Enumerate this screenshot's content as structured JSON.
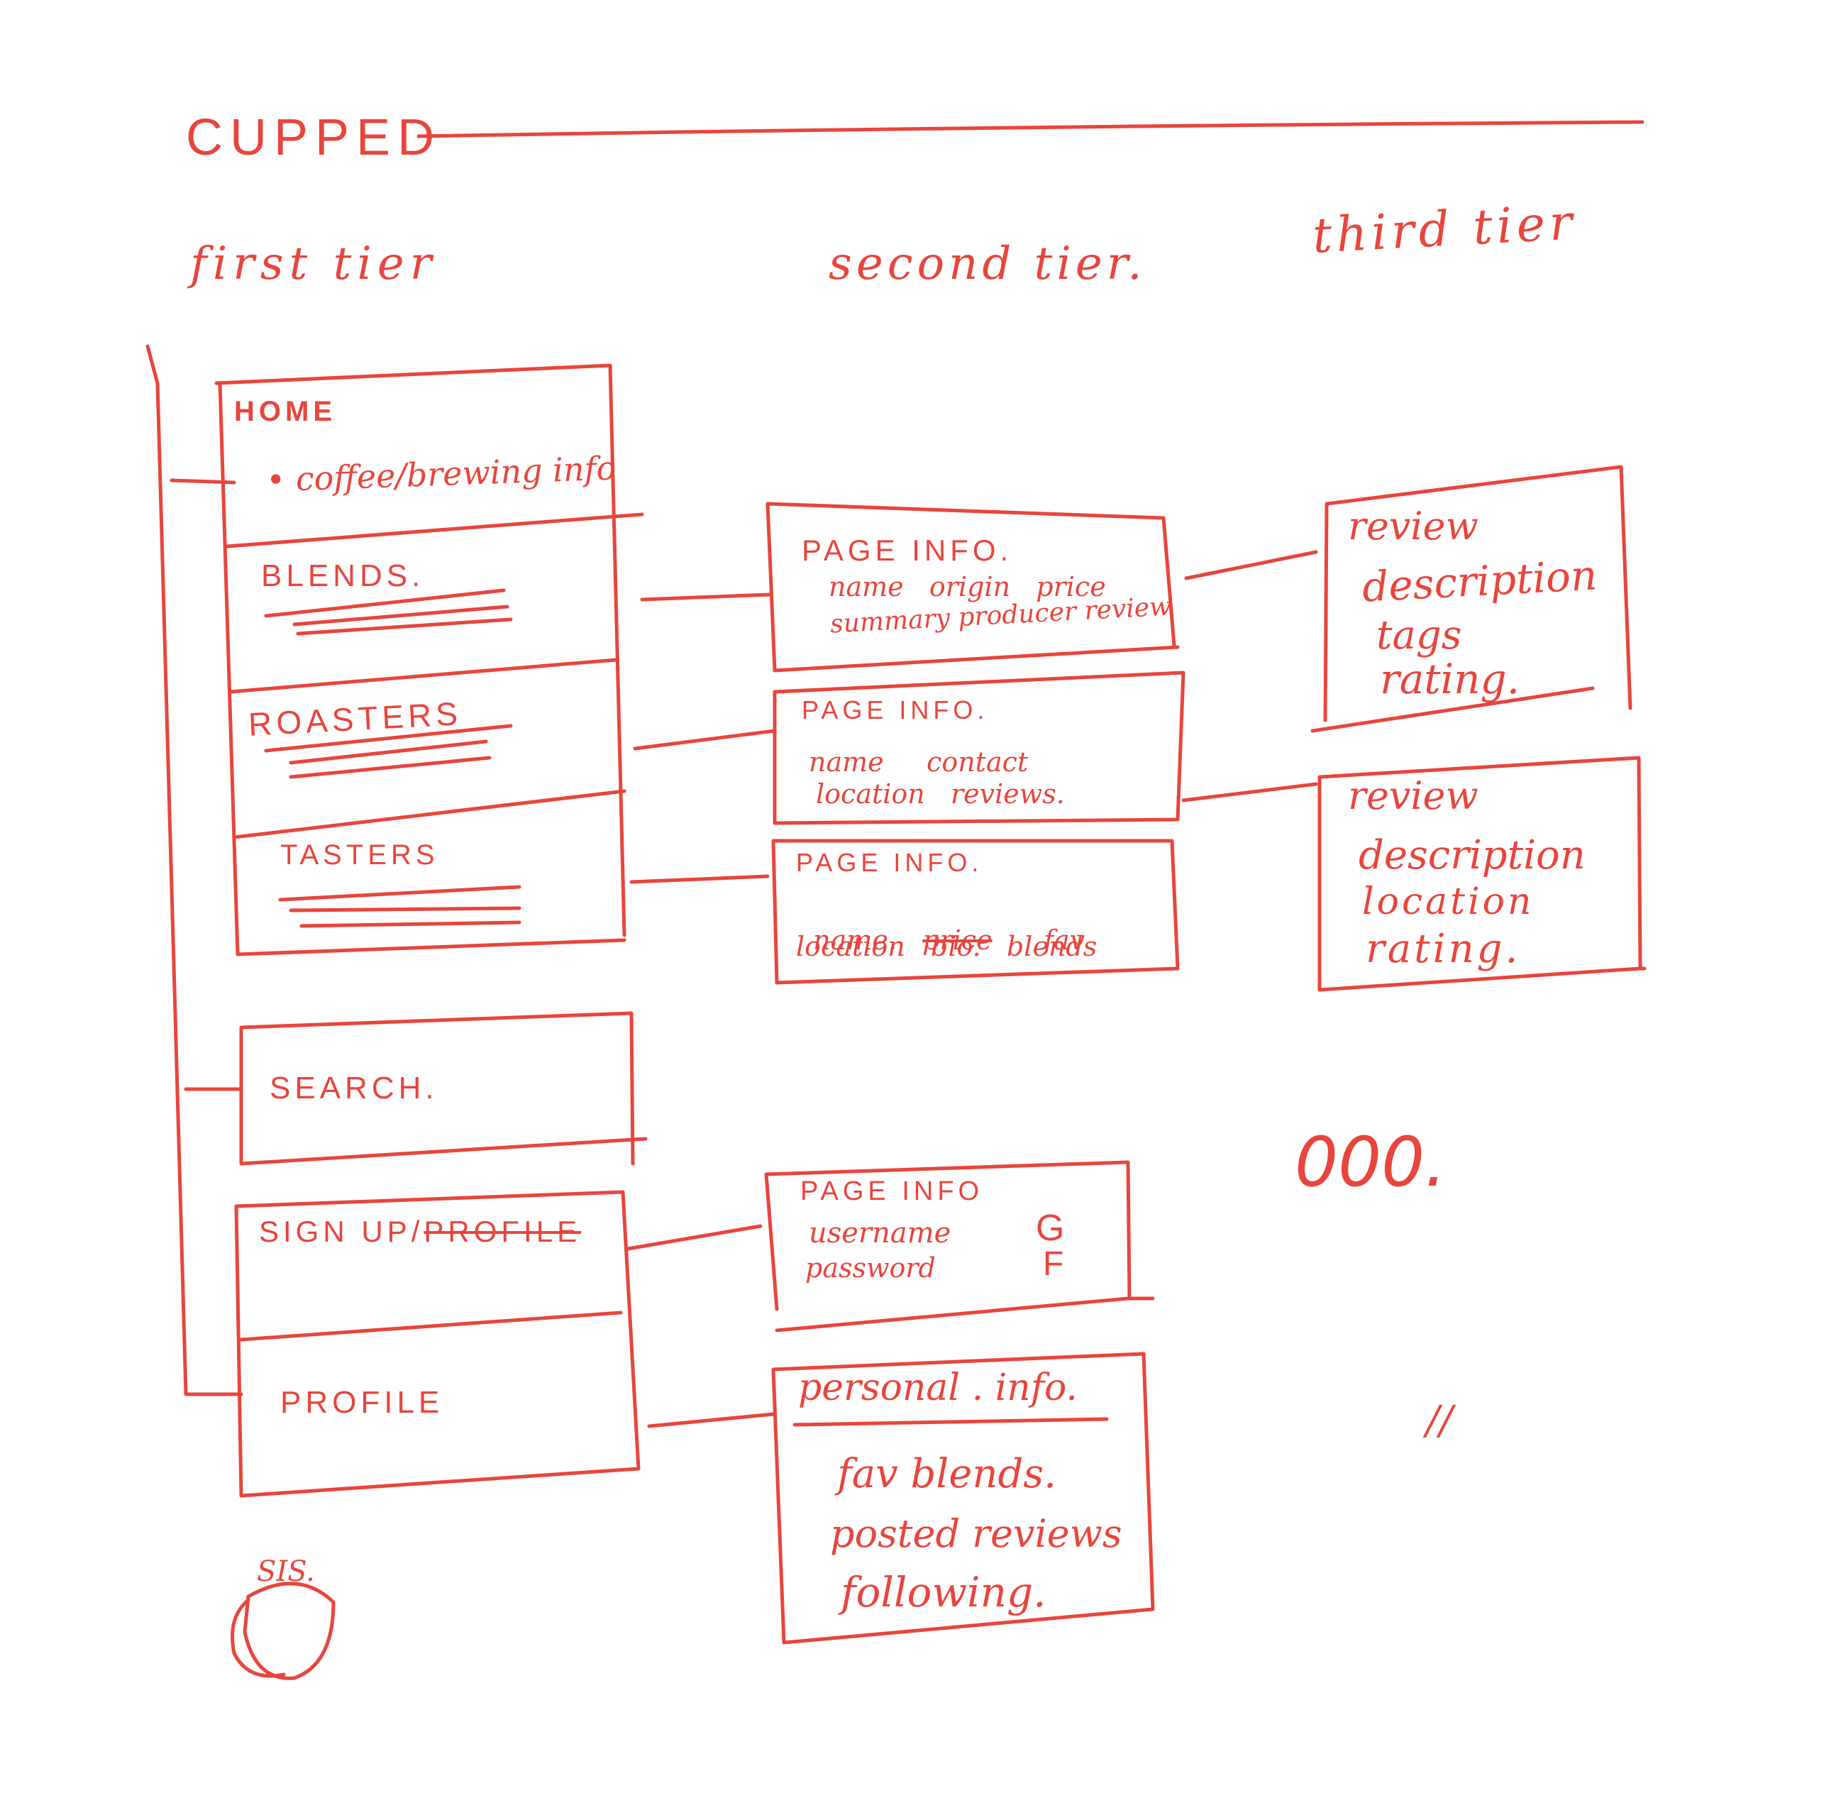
{
  "brand": "CUPPED",
  "tiers": {
    "first": "first tier",
    "second": "second tier.",
    "third": "third tier"
  },
  "first_tier": {
    "home": {
      "title": "HOME",
      "item": "• coffee/brewing info"
    },
    "blends": {
      "title": "BLENDS."
    },
    "roasters": {
      "title": "ROASTERS"
    },
    "tasters": {
      "title": "TASTERS"
    },
    "search": {
      "title": "SEARCH."
    },
    "signup": {
      "title_main": "SIGN UP/",
      "title_struck": "PROFILE"
    },
    "profile": {
      "title": "PROFILE"
    }
  },
  "second_tier": {
    "blend_info": {
      "title": "PAGE INFO.",
      "line1": "name   origin   price",
      "line2": "summary producer review"
    },
    "roaster_info": {
      "title": "PAGE INFO.",
      "line1": "name     contact",
      "line2": "location   reviews."
    },
    "taster_info": {
      "title": "PAGE INFO.",
      "line1_a": "name.",
      "line1_struck": "price",
      "line1_b": "fav",
      "line2": "location   bio.   blends"
    },
    "signup_info": {
      "title": "PAGE INFO",
      "line1": "username",
      "line2": "password",
      "social1": "G",
      "social2": "F"
    },
    "personal_info": {
      "title": "personal . info.",
      "item1": "fav blends.",
      "item2": "posted reviews",
      "item3": "following."
    }
  },
  "third_tier": {
    "blend_review": {
      "title": "review",
      "item1": "description",
      "item2": "tags",
      "item3": "rating."
    },
    "roaster_review": {
      "title": "review",
      "item1": "description",
      "item2": "location",
      "item3": "rating."
    }
  },
  "doodles": {
    "beans": "000.",
    "mark": "//",
    "steam": "SIS."
  },
  "colors": {
    "ink": "#e8453c",
    "paper": "#ffffff"
  }
}
